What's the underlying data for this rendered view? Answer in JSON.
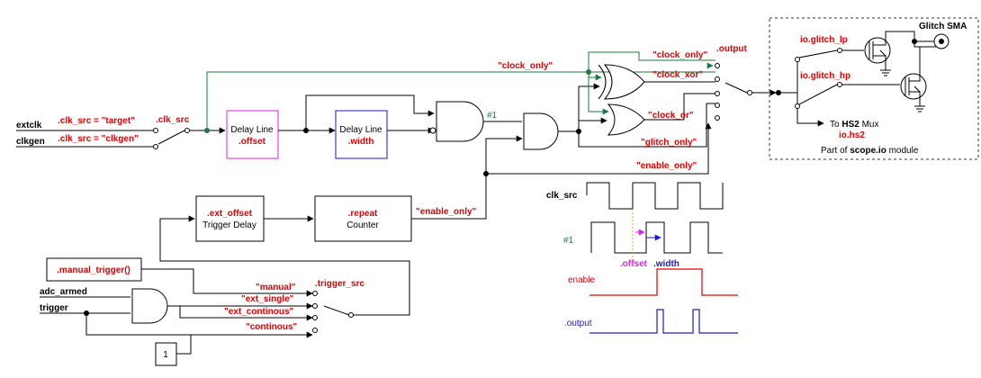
{
  "inputs": {
    "extclk": "extclk",
    "clkgen": "clkgen",
    "adc_armed": "adc_armed",
    "trigger": "trigger",
    "const_one": "1"
  },
  "clk_src": {
    "label": ".clk_src",
    "opt_target": ".clk_src = \"target\"",
    "opt_clkgen": ".clk_src = \"clkgen\""
  },
  "delay_offset": {
    "line1": "Delay Line",
    "line2": ".offset"
  },
  "delay_width": {
    "line1": "Delay Line",
    "line2": ".width"
  },
  "node1": "#1",
  "labels": {
    "clock_only_wire": "\"clock_only\"",
    "clock_only": "\"clock_only\"",
    "clock_xor": "\"clock_xor\"",
    "clock_or": "\"clock_or\"",
    "glitch_only": "\"glitch_only\"",
    "enable_only": "\"enable_only\"",
    "enable_only_counter": "\"enable_only\"",
    "output": ".output"
  },
  "trigger_delay": {
    "line1": ".ext_offset",
    "line2": "Trigger Delay"
  },
  "counter": {
    "line1": ".repeat",
    "line2": "Counter"
  },
  "manual_trigger": ".manual_trigger()",
  "trigger_src": {
    "label": ".trigger_src",
    "manual": "\"manual\"",
    "ext_single": "\"ext_single\"",
    "ext_continous": "\"ext_continous\"",
    "continous": "\"continous\""
  },
  "scope_io": {
    "glitch_sma": "Glitch SMA",
    "glitch_lp": "io.glitch_lp",
    "glitch_hp": "io.glitch_hp",
    "to_hs2_prefix": "To ",
    "to_hs2_bold": "HS2",
    "to_hs2_suffix": " Mux",
    "io_hs2": "io.hs2",
    "part_prefix": "Part of ",
    "part_bold": "scope.io",
    "part_suffix": " module"
  },
  "timing": {
    "clk_src": "clk_src",
    "node1": "#1",
    "offset": ".offset",
    "width": ".width",
    "enable": "enable",
    "output": ".output"
  },
  "colors": {
    "red": "#e00000",
    "green": "#1e7a3c",
    "magenta": "#e020e0",
    "blue": "#1a1ad0"
  }
}
